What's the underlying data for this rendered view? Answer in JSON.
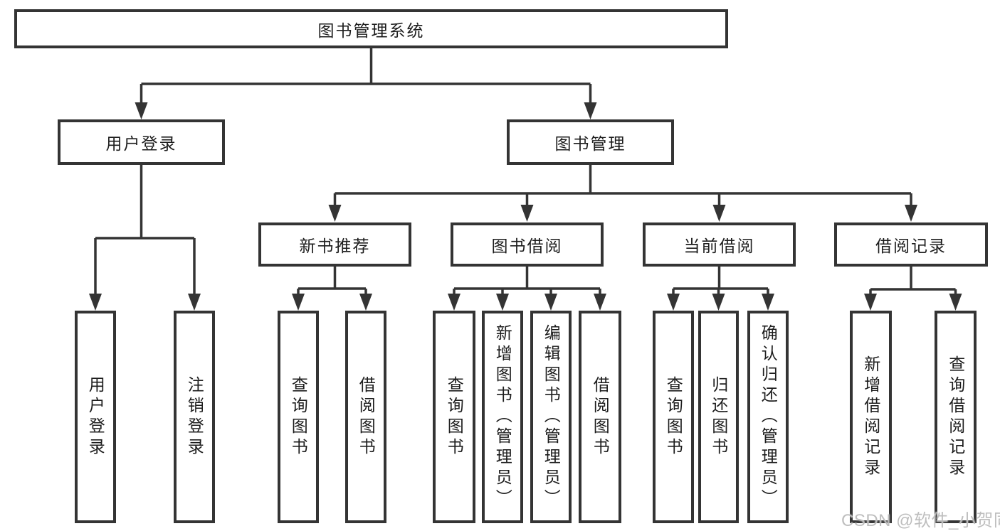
{
  "colors": {
    "line": "#343434",
    "box_border": "#343434",
    "text": "#1d1d1d",
    "watermark": "#bbbbbb"
  },
  "tree": {
    "label": "图书管理系统",
    "children": [
      {
        "label": "用户登录",
        "children": [
          {
            "label": "用户登录"
          },
          {
            "label": "注销登录"
          }
        ]
      },
      {
        "label": "图书管理",
        "children": [
          {
            "label": "新书推荐",
            "children": [
              {
                "label": "查询图书"
              },
              {
                "label": "借阅图书"
              }
            ]
          },
          {
            "label": "图书借阅",
            "children": [
              {
                "label": "查询图书"
              },
              {
                "label": "新增图书（管理员）"
              },
              {
                "label": "编辑图书（管理员）"
              },
              {
                "label": "借阅图书"
              }
            ]
          },
          {
            "label": "当前借阅",
            "children": [
              {
                "label": "查询图书"
              },
              {
                "label": "归还图书"
              },
              {
                "label": "确认归还（管理员）"
              }
            ]
          },
          {
            "label": "借阅记录",
            "children": [
              {
                "label": "新增借阅记录"
              },
              {
                "label": "查询借阅记录"
              }
            ]
          }
        ]
      }
    ]
  },
  "watermark": {
    "text": "CSDN @软件_小贺同学"
  }
}
